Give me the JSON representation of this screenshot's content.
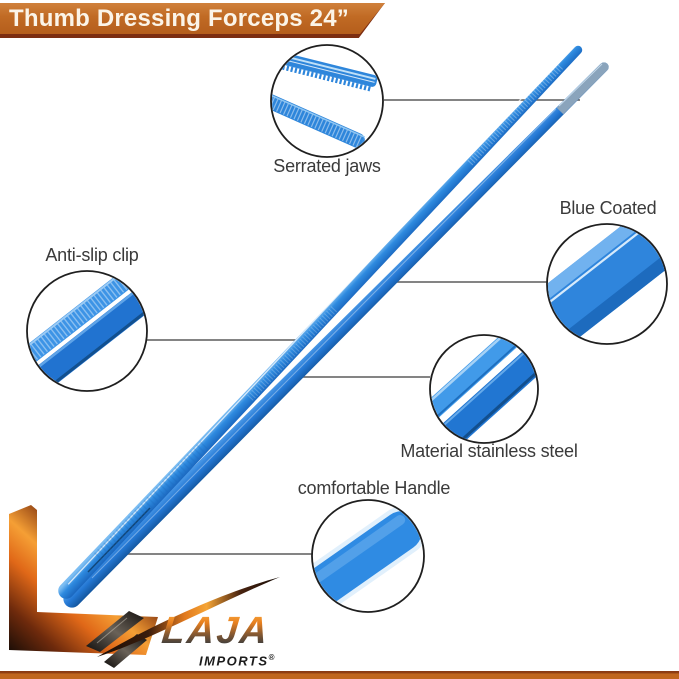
{
  "banner": {
    "title": "Thumb Dressing Forceps 24”"
  },
  "callouts": {
    "serrated_jaws": {
      "label": "Serrated jaws"
    },
    "anti_slip_clip": {
      "label": "Anti-slip clip"
    },
    "blue_coated": {
      "label": "Blue Coated"
    },
    "material": {
      "label": "Material stainless steel"
    },
    "comfortable_handle": {
      "label": "comfortable Handle"
    }
  },
  "logo": {
    "brand": "LAJA",
    "subtitle": "IMPORTS",
    "registered_mark": "®"
  },
  "colors": {
    "banner_orange": "#c0661e",
    "banner_shadow": "#7c2d11",
    "forceps_blue": "#2e8adf",
    "forceps_blue_dark": "#1f6fc4",
    "steel_gray_tip": "#8aa4bc",
    "connector_line": "#5c5c5c",
    "label_text": "#3a3a3a",
    "flame_orange": "#e8761c",
    "background": "#ffffff"
  }
}
